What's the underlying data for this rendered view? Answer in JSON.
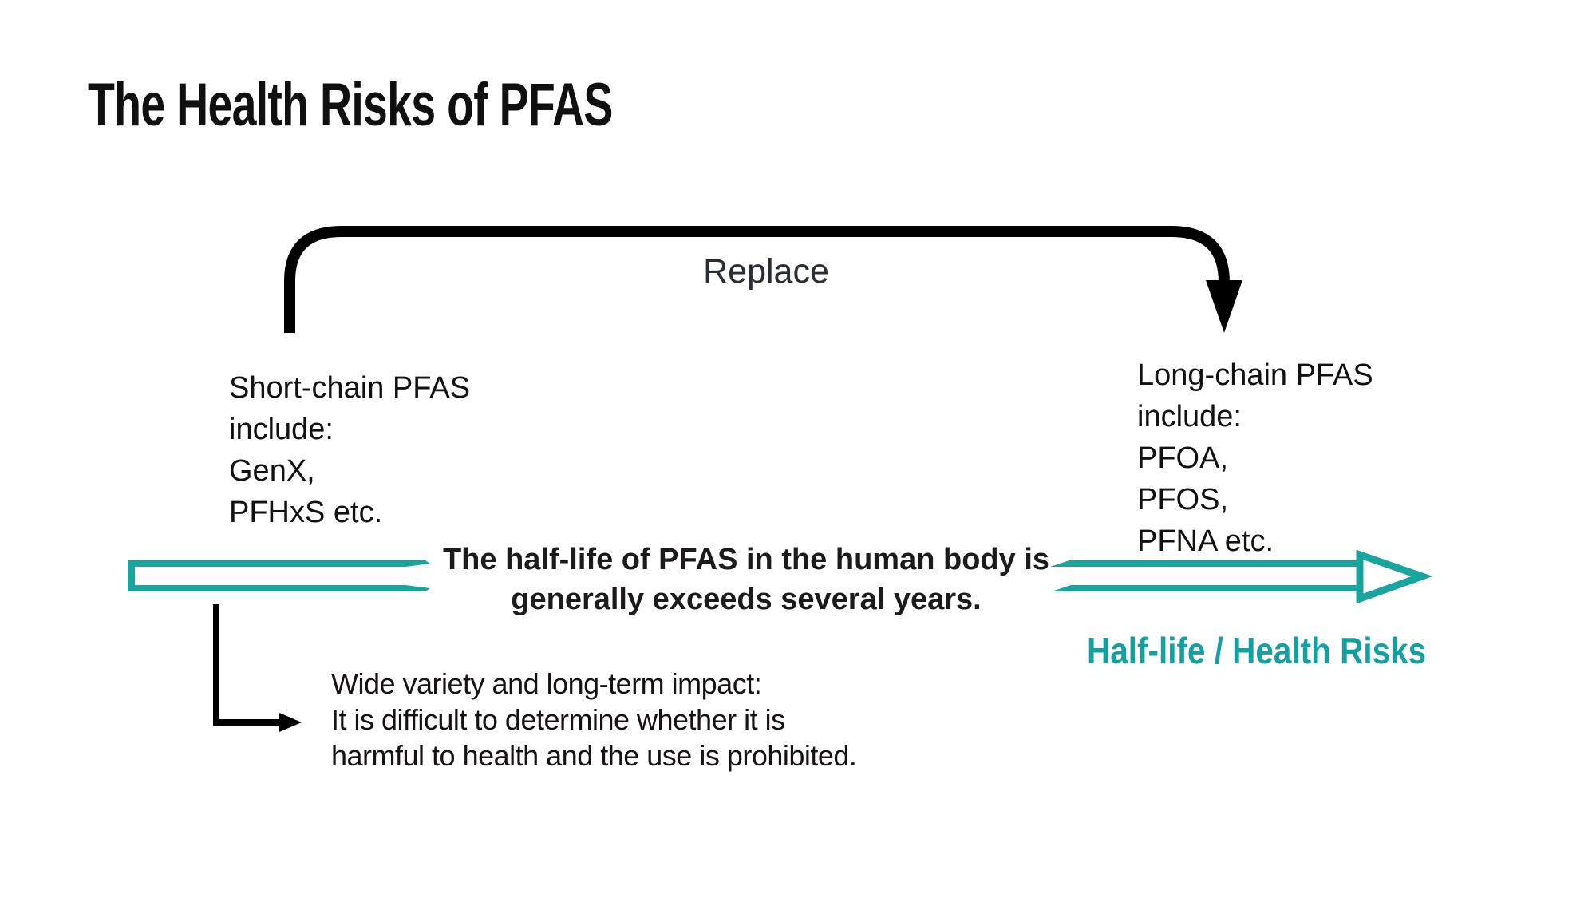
{
  "title": "The Health Risks of PFAS",
  "colors": {
    "black": "#000000",
    "text_dark": "#151211",
    "arrow_teal": "#1aa49e",
    "caption_teal": "#149fa0",
    "white": "#ffffff"
  },
  "replace_arrow": {
    "label": "Replace"
  },
  "short_chain": {
    "lines": [
      "Short-chain PFAS",
      "include:",
      "GenX,",
      "PFHxS etc."
    ]
  },
  "long_chain": {
    "lines": [
      "Long-chain PFAS",
      "include:",
      "PFOA,",
      "PFOS,",
      "PFNA etc."
    ]
  },
  "half_life_statement": {
    "lines": [
      "The half-life of PFAS in the human body is",
      "generally exceeds several years."
    ]
  },
  "half_life_axis": {
    "caption": "Half-life / Health Risks"
  },
  "impact_note": {
    "lines": [
      "Wide variety and long-term impact:",
      "It is difficult to determine whether it is",
      "harmful to health and the use is prohibited."
    ]
  }
}
